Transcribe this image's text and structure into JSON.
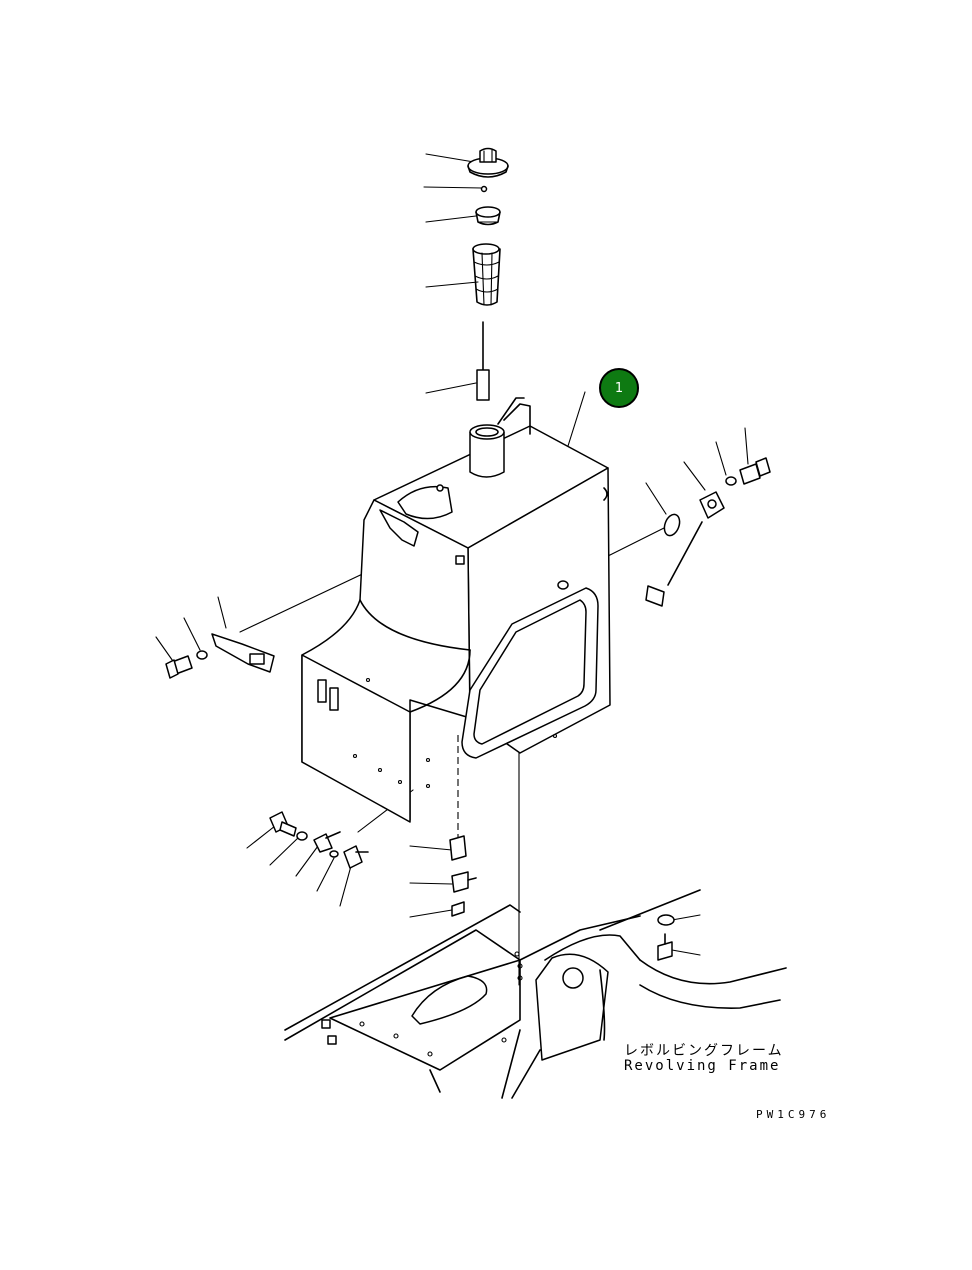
{
  "callout": {
    "number": "1",
    "color": "#0e7a12"
  },
  "frame_label": {
    "japanese": "レボルビングフレーム",
    "english": "Revolving Frame"
  },
  "drawing_code": "PW1C976",
  "icons": [
    "fuel-cap-icon",
    "strainer-icon",
    "level-gauge-icon",
    "bolt-icon",
    "washer-icon"
  ]
}
